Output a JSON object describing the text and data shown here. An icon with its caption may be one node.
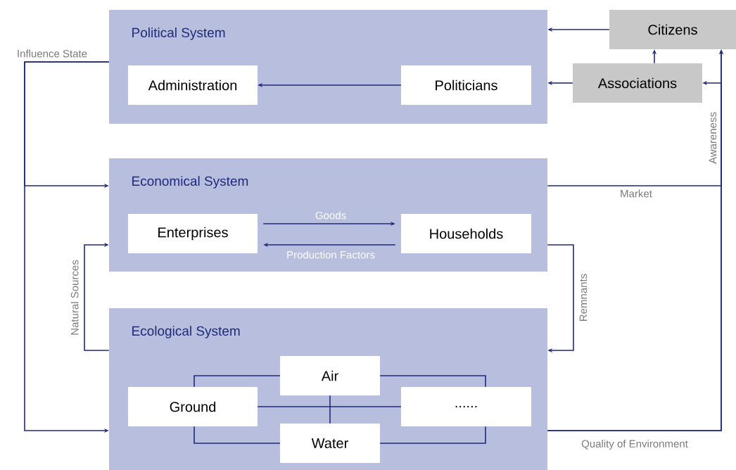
{
  "diagram": {
    "nodes": [
      {
        "text": [
          "Political System"
        ]
      },
      {
        "text": [
          "Administration"
        ],
        "in": 0
      },
      {
        "text": [
          "Politicians"
        ],
        "in": 0
      },
      {
        "text": [
          "Citizens"
        ]
      },
      {
        "text": [
          "Associations"
        ]
      },
      {
        "text": [
          "Economical System"
        ]
      },
      {
        "text": [
          "Enterprises"
        ],
        "in": 5
      },
      {
        "text": [
          "Households"
        ],
        "in": 5
      },
      {
        "text": [
          "Ecological System"
        ]
      },
      {
        "text": [
          "Air"
        ],
        "in": 8
      },
      {
        "text": [
          "Ground"
        ],
        "in": 8
      },
      {
        "text": [
          "......"
        ],
        "in": 8
      },
      {
        "text": [
          "Water"
        ],
        "in": 8
      }
    ],
    "edges": [
      {
        "from": 3,
        "to": 0,
        "arrow": "to"
      },
      {
        "from": 4,
        "to": 3,
        "arrow": "to"
      },
      {
        "from": 4,
        "to": 0,
        "arrow": "to"
      },
      {
        "from": 2,
        "to": 1,
        "arrow": "to"
      },
      {
        "from": 0,
        "to": 5,
        "arrow": "to"
      },
      {
        "from": 0,
        "to": 8,
        "arrow": "to"
      },
      {
        "from": 6,
        "to": 7,
        "arrow": "to",
        "label": "Goods"
      },
      {
        "from": 7,
        "to": 6,
        "arrow": "to",
        "label": "Production Factors"
      },
      {
        "from": 8,
        "to": 5,
        "arrow": "to",
        "label": "Natural Sources"
      },
      {
        "from": 5,
        "to": 8,
        "arrow": "to",
        "label": "Remnants"
      },
      {
        "from": 5,
        "to": 3,
        "arrow": "to",
        "label": "Market"
      },
      {
        "from": 8,
        "to": 3,
        "arrow": "to",
        "label": "Quality of Environment"
      },
      {
        "from": 8,
        "to": 4,
        "arrow": "to"
      },
      {
        "from": 10,
        "to": 9,
        "arrow": "none"
      },
      {
        "from": 9,
        "to": 11,
        "arrow": "none"
      },
      {
        "from": 10,
        "to": 12,
        "arrow": "none"
      },
      {
        "from": 12,
        "to": 11,
        "arrow": "none"
      },
      {
        "from": 10,
        "to": 11,
        "arrow": "none"
      },
      {
        "from": 9,
        "to": 12,
        "arrow": "none"
      }
    ],
    "labels": [
      "Influence State",
      "Awareness"
    ]
  }
}
